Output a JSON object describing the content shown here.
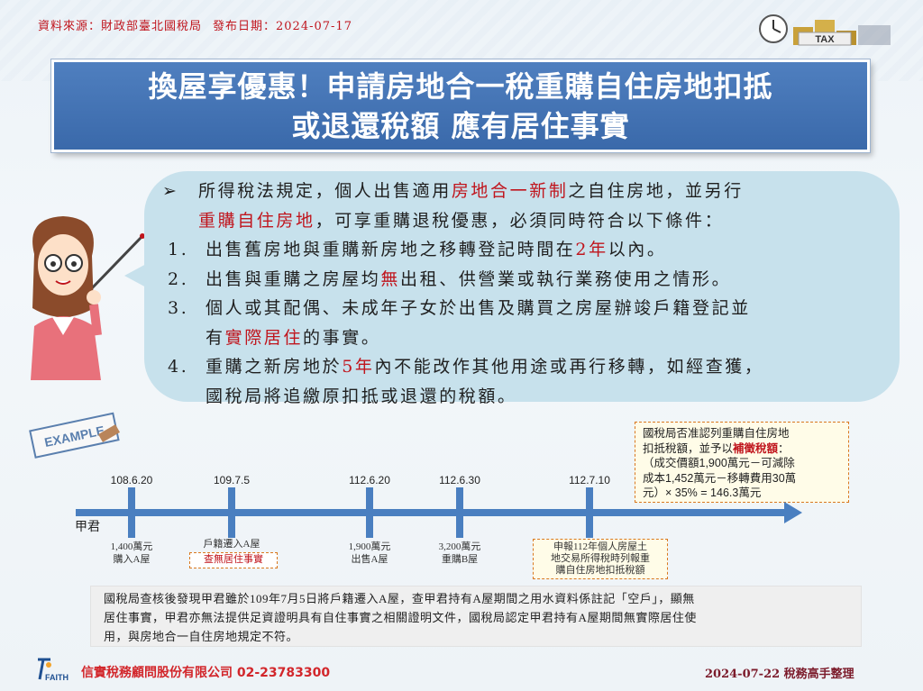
{
  "header": {
    "source": "資料來源：財政部臺北國稅局",
    "release_date": "發布日期：2024-07-17",
    "tax_logo_text": "TAX"
  },
  "title": {
    "line1": "換屋享優惠！申請房地合一稅重購自住房地扣抵",
    "line2": "或退還稅額 應有居住事實"
  },
  "content": {
    "intro": {
      "marker": "➢",
      "p1": "所得稅法規定，個人出售適用",
      "p1_red": "房地合一新制",
      "p1_end": "之自住房地，並另行",
      "p2_red": "重購自住房地",
      "p2_end": "，可享重購退稅優惠，必須同時符合以下條件："
    },
    "items": [
      {
        "num": "1.",
        "a": "出售舊房地與重購新房地之移轉登記時間在",
        "red": "2年",
        "b": "以內。"
      },
      {
        "num": "2.",
        "a": "出售與重購之房屋均",
        "red": "無",
        "b": "出租、供營業或執行業務使用之情形。"
      },
      {
        "num": "3.",
        "a": "個人或其配偶、未成年子女於出售及購買之房屋辦竣戶籍登記並",
        "l2a": "有",
        "red": "實際居住",
        "l2b": "的事實。"
      },
      {
        "num": "4.",
        "a": "重購之新房地於",
        "red": "5年",
        "b": "內不能改作其他用途或再行移轉，如經查獲，",
        "l2": "國稅局將追繳原扣抵或退還的稅額。"
      }
    ]
  },
  "example_label": "EXAMPLE",
  "timeline": {
    "person": "甲君",
    "events": [
      {
        "date": "108.6.20",
        "label1": "1,400萬元",
        "label2": "購入A屋"
      },
      {
        "date": "109.7.5",
        "label1": "戶籍遷入A屋",
        "label2": "查無居住事實"
      },
      {
        "date": "112.6.20",
        "label1": "1,900萬元",
        "label2": "出售A屋"
      },
      {
        "date": "112.6.30",
        "label1": "3,200萬元",
        "label2": "重購B屋"
      },
      {
        "date": "112.7.10",
        "label1": "申報112年個人房屋土",
        "label2": "地交易所得稅時列報重",
        "label3": "購自住房地扣抵稅額"
      }
    ]
  },
  "callout": {
    "l1": "國稅局否准認列重購自住房地",
    "l2a": "扣抵稅額，並予以",
    "l2_red": "補徵稅額",
    "l2b": "：",
    "l3": "（成交價額1,900萬元－可減除",
    "l4": "成本1,452萬元－移轉費用30萬",
    "l5": "元）× 35% = 146.3萬元"
  },
  "summary": {
    "l1": "國稅局查核後發現甲君雖於109年7月5日將戶籍遷入A屋，查甲君持有A屋期間之用水資料係註記「空戶」，顯無",
    "l2": "居住事實，甲君亦無法提供足資證明具有自住事實之相關證明文件，國稅局認定甲君持有A屋期間無實際居住使",
    "l3": "用，與房地合一自住房地規定不符。"
  },
  "footer": {
    "logo_text": "FAITH",
    "company": "信實稅務顧問股份有限公司 02-23783300",
    "right": "2024-07-22 稅務高手整理"
  },
  "colors": {
    "title_bg": "#3a69aa",
    "bubble_bg": "#c7e1ec",
    "accent_red": "#c0151d",
    "timeline_blue": "#4a7fc0",
    "box_border": "#d9781f"
  }
}
